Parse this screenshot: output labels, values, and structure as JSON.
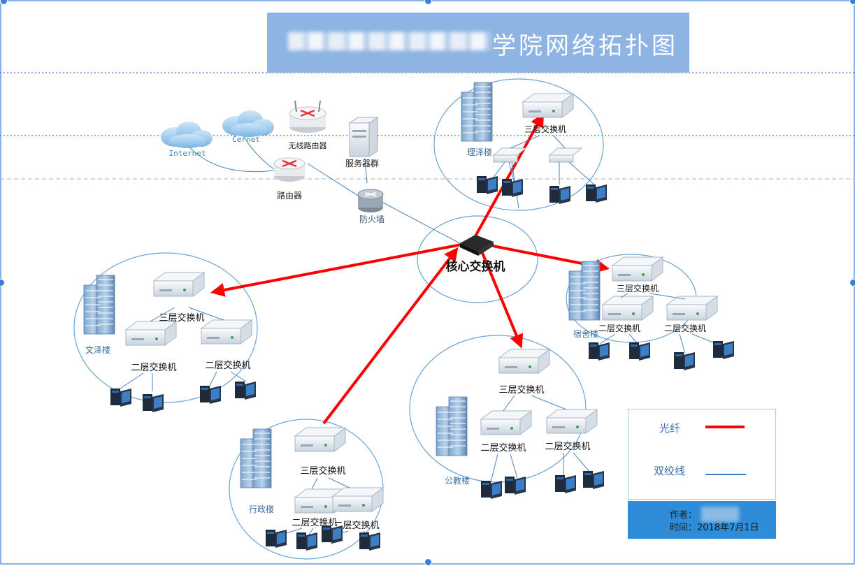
{
  "title": "学院网络拓扑图",
  "colors": {
    "fiber": "#ff0000",
    "twisted_pair": "#3b7bc2",
    "ellipse": "#6aa3d6",
    "banner": "#8db4e2",
    "author_box": "#2e8cd8"
  },
  "nodes": {
    "internet": "Internet",
    "cernet": "Cernet",
    "wireless_router": "无线路由器",
    "router": "路由器",
    "server_group": "服务器群",
    "firewall": "防火墙",
    "core_switch": "核心交换机"
  },
  "buildings": {
    "lize": {
      "name": "理泽楼",
      "l3": "三层交换机"
    },
    "wenze": {
      "name": "文泽楼",
      "l3": "三层交换机",
      "l2a": "二层交换机",
      "l2b": "二层交换机"
    },
    "dorm": {
      "name": "宿舍楼",
      "l3": "三层交换机",
      "l2a": "二层交换机",
      "l2b": "二层交换机"
    },
    "teaching": {
      "name": "公教楼",
      "l3": "三层交换机",
      "l2a": "二层交换机",
      "l2b": "二层交换机"
    },
    "admin": {
      "name": "行政楼",
      "l3": "三层交换机",
      "l2a": "二层交换机",
      "l2b": "二层交换机"
    }
  },
  "legend": {
    "fiber": "光纤",
    "twisted_pair": "双绞线"
  },
  "author": {
    "label": "作者：",
    "date_line": "时间：2018年7月1日"
  }
}
